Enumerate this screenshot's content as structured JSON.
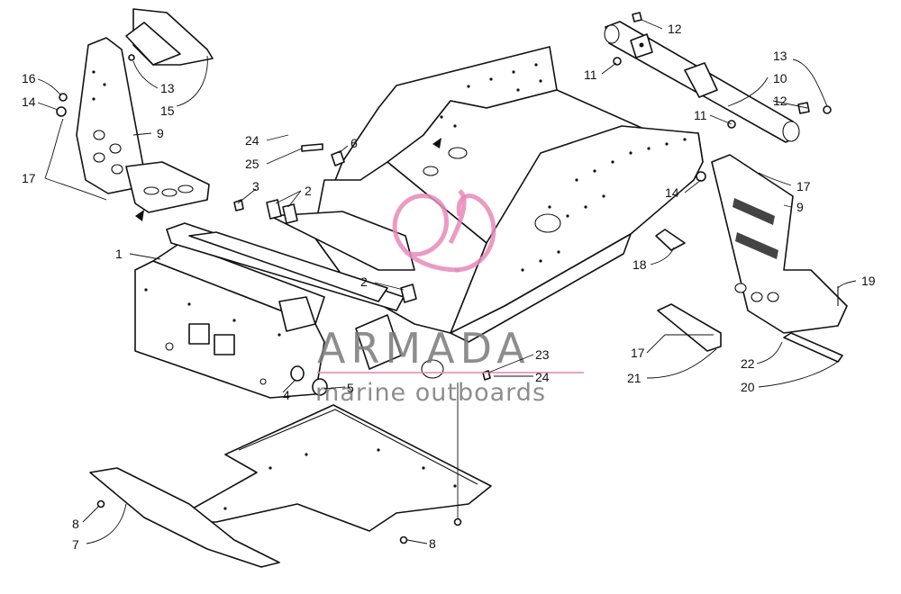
{
  "callouts": [
    {
      "id": "c12a",
      "label": "12"
    },
    {
      "id": "c11a",
      "label": "11"
    },
    {
      "id": "c13a",
      "label": "13"
    },
    {
      "id": "c10",
      "label": "10"
    },
    {
      "id": "c12b",
      "label": "12"
    },
    {
      "id": "c11b",
      "label": "11"
    },
    {
      "id": "c16",
      "label": "16"
    },
    {
      "id": "c14a",
      "label": "14"
    },
    {
      "id": "c13b",
      "label": "13"
    },
    {
      "id": "c15",
      "label": "15"
    },
    {
      "id": "c9a",
      "label": "9"
    },
    {
      "id": "c17a",
      "label": "17"
    },
    {
      "id": "c24a",
      "label": "24"
    },
    {
      "id": "c6",
      "label": "6"
    },
    {
      "id": "c25",
      "label": "25"
    },
    {
      "id": "c3",
      "label": "3"
    },
    {
      "id": "c2a",
      "label": "2"
    },
    {
      "id": "c1",
      "label": "1"
    },
    {
      "id": "c2b",
      "label": "2"
    },
    {
      "id": "c14b",
      "label": "14"
    },
    {
      "id": "c17b",
      "label": "17"
    },
    {
      "id": "c9b",
      "label": "9"
    },
    {
      "id": "c18",
      "label": "18"
    },
    {
      "id": "c19",
      "label": "19"
    },
    {
      "id": "c17c",
      "label": "17"
    },
    {
      "id": "c22",
      "label": "22"
    },
    {
      "id": "c21",
      "label": "21"
    },
    {
      "id": "c20",
      "label": "20"
    },
    {
      "id": "c23",
      "label": "23"
    },
    {
      "id": "c24b",
      "label": "24"
    },
    {
      "id": "c4",
      "label": "4"
    },
    {
      "id": "c5",
      "label": "5"
    },
    {
      "id": "c8a",
      "label": "8"
    },
    {
      "id": "c7",
      "label": "7"
    },
    {
      "id": "c8b",
      "label": "8"
    }
  ],
  "watermark": {
    "brand": "ARMADA",
    "tagline": "marine outboards",
    "logo_color": "#e889b8",
    "text_color": "#7a7a7a"
  }
}
